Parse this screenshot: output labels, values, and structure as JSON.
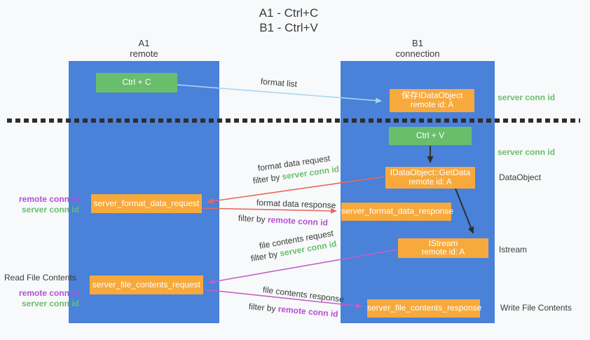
{
  "title": {
    "line1": "A1 - Ctrl+C",
    "line2": "B1 - Ctrl+V"
  },
  "lanes": {
    "left": {
      "name": "A1",
      "role": "remote"
    },
    "right": {
      "name": "B1",
      "role": "connection"
    }
  },
  "nodes": {
    "ctrl_c": "Ctrl + C",
    "ctrl_v": "Ctrl + V",
    "save_dataobject": {
      "line1": "保存IDataObject",
      "line2": "remote id: A"
    },
    "getdata": {
      "line1": "IDataObject::GetData",
      "line2": "remote id: A"
    },
    "istream": {
      "line1": "IStream",
      "line2": "remote id: A"
    },
    "format_request": "server_format_data_request",
    "format_response": "server_format_data_response",
    "file_request": "server_file_contents_request",
    "file_response": "server_file_contents_response"
  },
  "arrow_labels": {
    "format_list": "format list",
    "format_data_request": "format data request",
    "filter_server_1": {
      "prefix": "filter by ",
      "value": "server conn id"
    },
    "format_data_response": "format data response",
    "filter_remote_1": {
      "prefix": "filter by ",
      "value": "remote conn id"
    },
    "file_contents_request": "file contents request",
    "filter_server_2": {
      "prefix": "filter by ",
      "value": "server conn id"
    },
    "file_contents_response": "file contents response",
    "filter_remote_2": {
      "prefix": "filter by ",
      "value": "remote conn id"
    }
  },
  "side_labels": {
    "server_conn_top": "server conn id",
    "server_conn_mid": "server conn id",
    "dataobject": "DataObject",
    "istream": "Istream",
    "write_file": "Write File Contents",
    "read_file": "Read File Contents",
    "pair_format": {
      "remote": "remote conn id",
      "server": "server conn id"
    },
    "pair_file": {
      "remote": "remote conn id",
      "server": "server conn id"
    }
  },
  "colors": {
    "bg": "#f8f9fa",
    "ink": "#3a3a3a",
    "lane-blue": "#4a81d9",
    "box-green": "#69be6c",
    "box-orange": "#f7a93c",
    "green": "#6abe6e",
    "purple": "#b44fd6",
    "arrow-blue": "#a9d6f2",
    "arrow-red": "#e8685e",
    "arrow-magenta": "#c35fc9"
  }
}
